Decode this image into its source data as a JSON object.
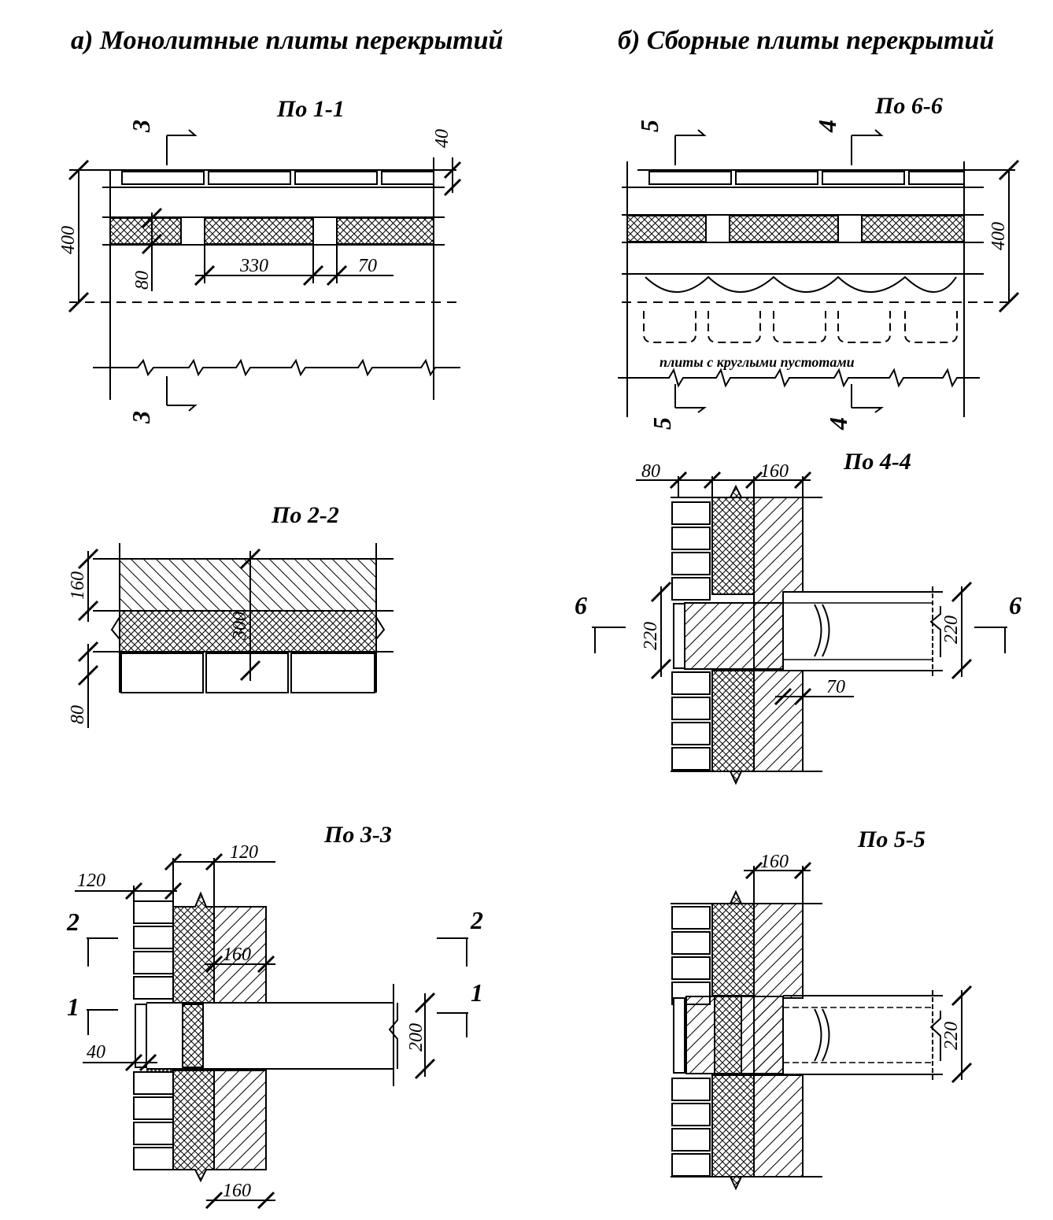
{
  "titles": {
    "a": "а) Монолитные плиты перекрытий",
    "b": "б) Сборные плиты перекрытий"
  },
  "sections": {
    "s11": "По 1-1",
    "s22": "По 2-2",
    "s33": "По 3-3",
    "s66": "По 6-6",
    "s44": "По 4-4",
    "s55": "По 5-5"
  },
  "dims": {
    "d1_40": "40",
    "d1_400": "400",
    "d1_80": "80",
    "d1_330": "330",
    "d1_70": "70",
    "d2_160": "160",
    "d2_300": "300",
    "d2_80": "80",
    "d3_120a": "120",
    "d3_120b": "120",
    "d3_160a": "160",
    "d3_40": "40",
    "d3_200": "200",
    "d3_160b": "160",
    "d6_400": "400",
    "d4_80": "80",
    "d4_160": "160",
    "d4_220a": "220",
    "d4_220b": "220",
    "d4_70": "70",
    "d5_160": "160",
    "d5_220": "220"
  },
  "marks": {
    "m3top": "3",
    "m3bot": "3",
    "m5top": "5",
    "m5bot": "5",
    "m4top": "4",
    "m4bot": "4",
    "m6l": "6",
    "m6r": "6",
    "m2l": "2",
    "m2r": "2",
    "m1l": "1",
    "m1r": "1"
  },
  "notes": {
    "hollow": "плиты с круглыми пустотами"
  },
  "icons": {
    "cross_hatch": "insulation-crosshatch",
    "diagonal_hatch": "concrete-hatch"
  }
}
